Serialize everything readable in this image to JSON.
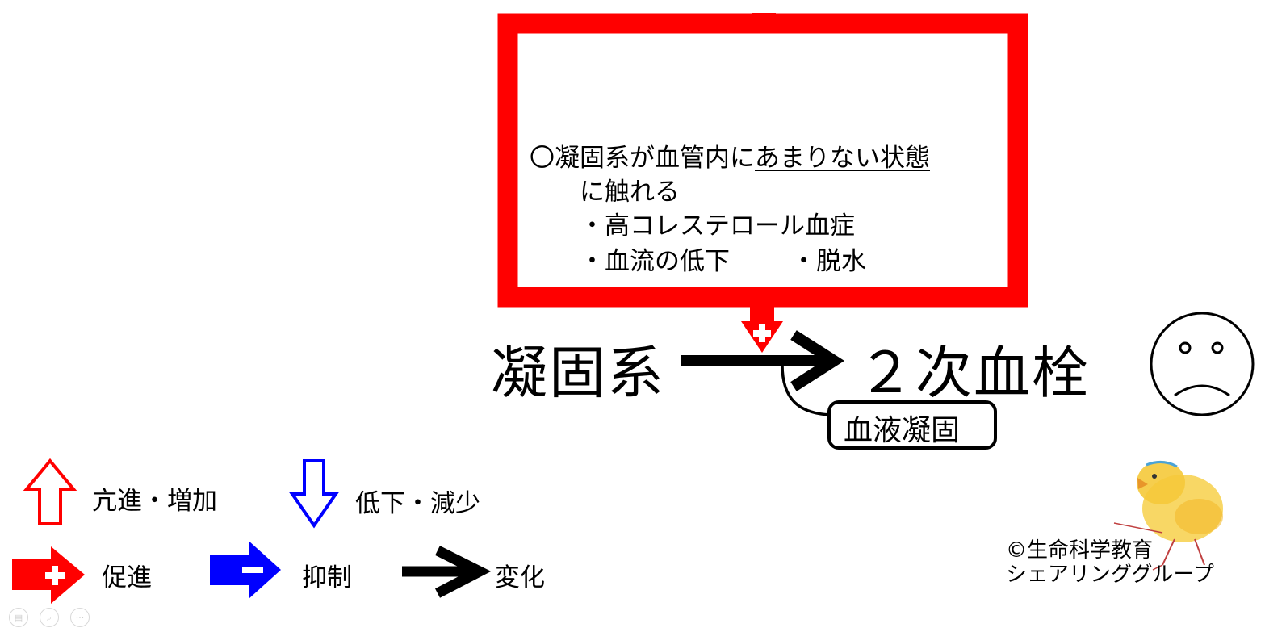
{
  "box": {
    "heading_prefix": "〇凝固系が血管内に",
    "heading_underlined": "あまりない状態",
    "heading_line2": "に触れる",
    "bullet1": "・高コレステロール血症",
    "bullet2a": "・血流の低下",
    "bullet2b": "・脱水"
  },
  "flow": {
    "source": "凝固系",
    "result": "２次血栓",
    "process": "血液凝固"
  },
  "legend": {
    "increase": "亢進・増加",
    "decrease": "低下・減少",
    "promote": "促進",
    "inhibit": "抑制",
    "change": "変化"
  },
  "credit": {
    "line1": "©生命科学教育",
    "line2": "シェアリンググループ"
  },
  "colors": {
    "promote": "#ff0000",
    "inhibit": "#0000ff",
    "change": "#000000"
  },
  "icons": [
    "sad-face-icon",
    "chick-icon",
    "up-arrow-icon",
    "down-arrow-icon",
    "plus-arrow-icon",
    "minus-arrow-icon",
    "black-arrow-icon"
  ]
}
